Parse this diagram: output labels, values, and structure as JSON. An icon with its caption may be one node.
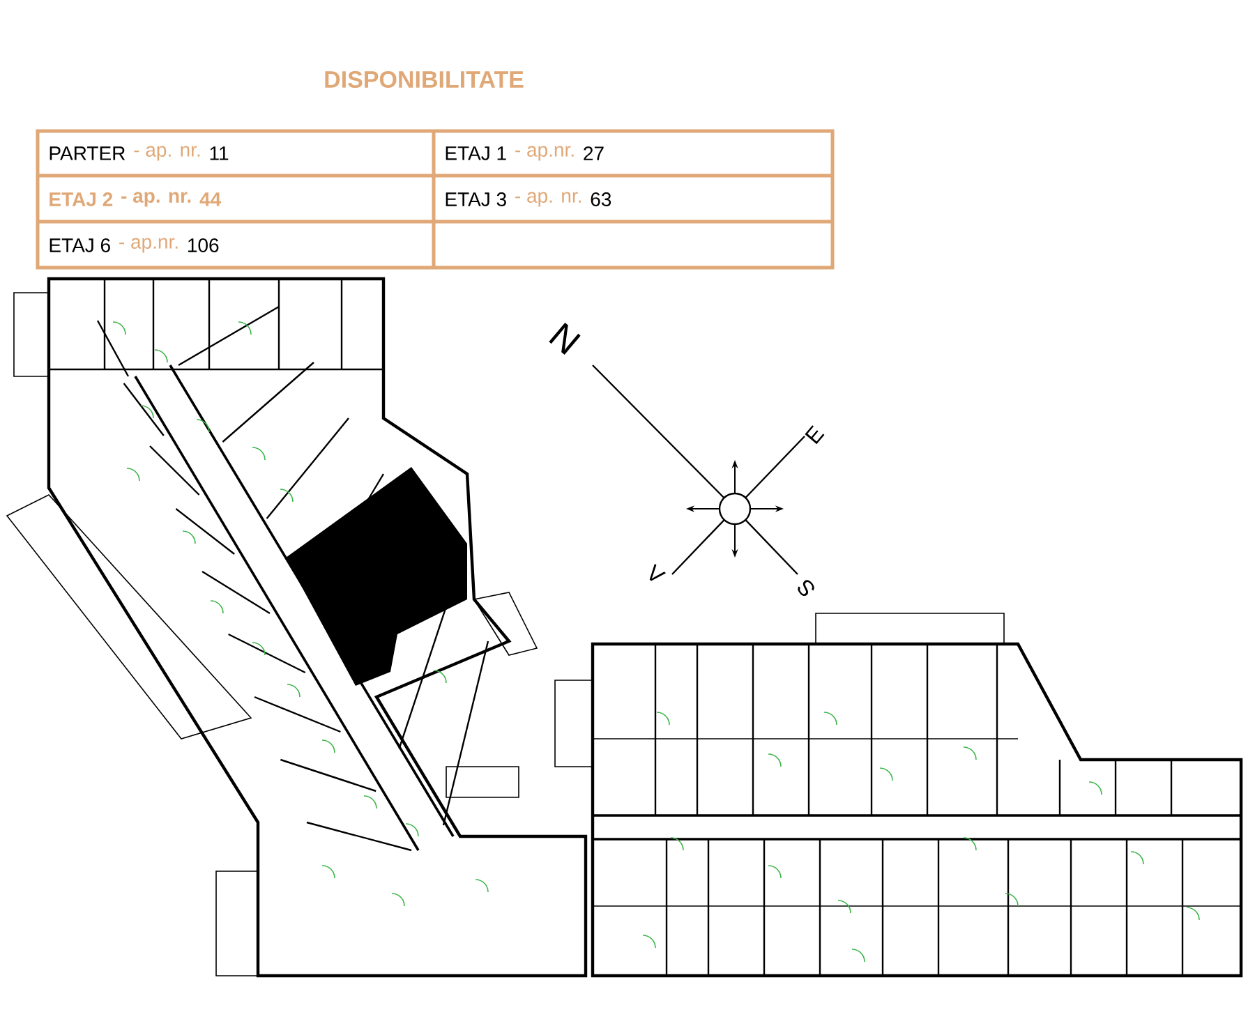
{
  "diagram": {
    "title": "DISPONIBILITATE",
    "labels": [
      "PARTER",
      "- ap. nr.",
      "11",
      "ETAJ 1",
      "- ap.nr.",
      "27",
      "ETAJ 2",
      "- ap. nr.",
      "44",
      "ETAJ 3",
      "- ap. nr.",
      "63",
      "ETAJ 6",
      "- ap.nr.",
      "106",
      "N",
      "E",
      "S",
      "V"
    ]
  }
}
